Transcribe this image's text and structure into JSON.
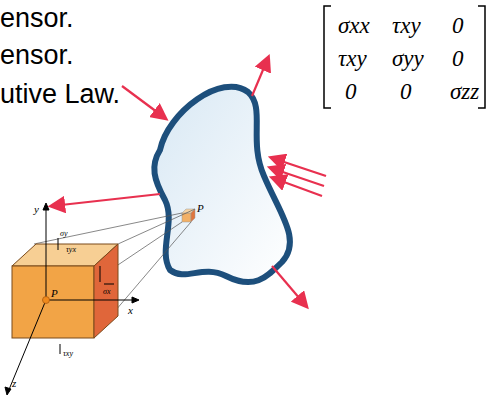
{
  "diagram": {
    "labels": [
      "ensor.",
      "ensor.",
      "utive Law.",
      "σxx",
      "τxy",
      "0",
      "τxy",
      "σyy",
      "0",
      "0",
      "0",
      "σzz",
      "P",
      "P",
      "y",
      "x",
      "z",
      "σy",
      "τyx",
      "σx",
      "τxy"
    ]
  }
}
